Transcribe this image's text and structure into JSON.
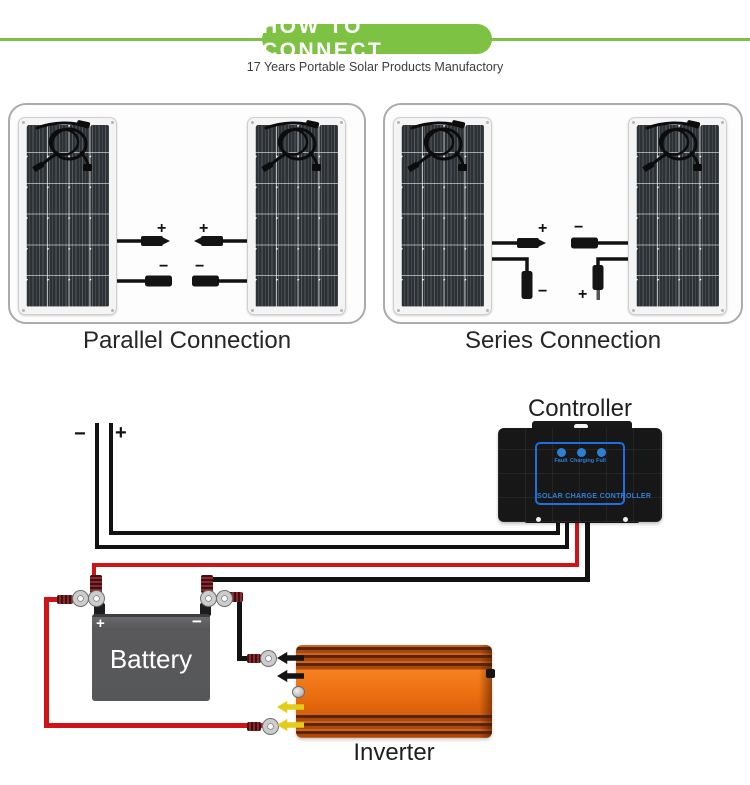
{
  "header": {
    "title": "HOW TO CONNECT",
    "subtitle": "17 Years Portable Solar Products Manufactory"
  },
  "connections": {
    "parallel_label": "Parallel Connection",
    "series_label": "Series Connection"
  },
  "labels": {
    "plus": "+",
    "minus": "−"
  },
  "wiring": {
    "solar_minus": "−",
    "solar_plus": "+",
    "controller_label": "Controller",
    "controller_leds": [
      "Fault",
      "Charging",
      "Full"
    ],
    "controller_panel_text": "SOLAR CHARGE CONTROLLER",
    "battery_label": "Battery",
    "battery_plus": "+",
    "battery_minus": "−",
    "inverter_label": "Inverter"
  },
  "colors": {
    "brand_green": "#7DC242",
    "wire_red": "#D01317",
    "wire_black": "#121212",
    "controller_blue": "#2F80D8",
    "inverter_orange": "#E8751A",
    "battery_gray": "#58595B"
  }
}
